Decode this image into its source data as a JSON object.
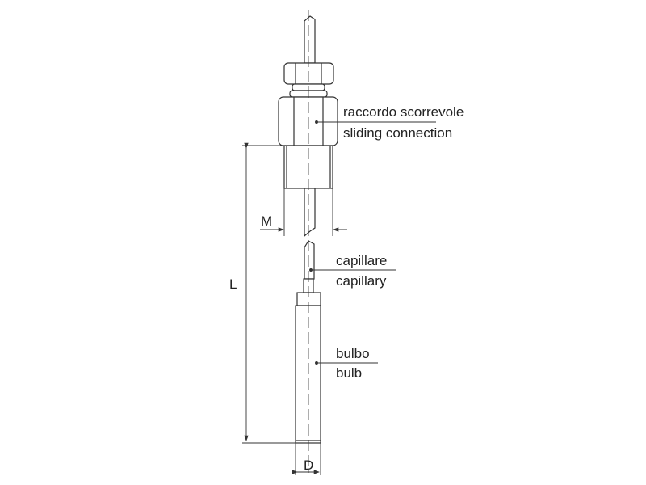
{
  "labels": {
    "fitting_it": "raccordo scorrevole",
    "fitting_en": "sliding connection",
    "capillary_it": "capillare",
    "capillary_en": "capillary",
    "bulb_it": "bulbo",
    "bulb_en": "bulb"
  },
  "dimensions": {
    "length": "L",
    "thread": "M",
    "diameter": "D"
  },
  "colors": {
    "line": "#333333",
    "fill": "#ffffff"
  }
}
